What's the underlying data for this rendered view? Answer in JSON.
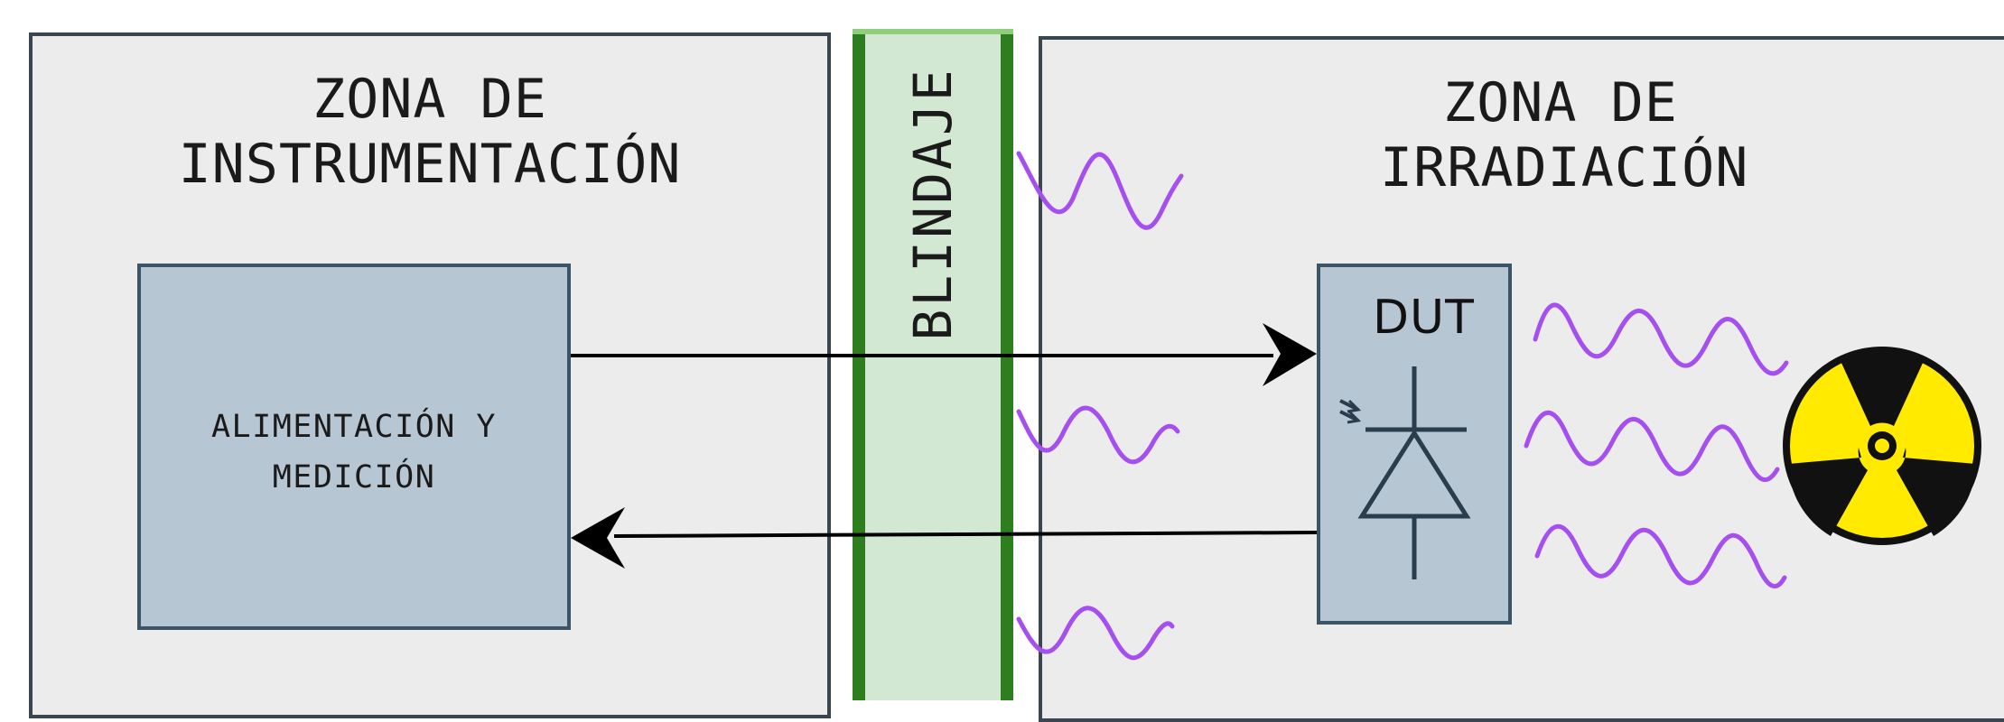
{
  "zones": {
    "instrumentation": {
      "title_line1": "ZONA DE",
      "title_line2": "INSTRUMENTACIÓN"
    },
    "irradiation": {
      "title_line1": "ZONA DE",
      "title_line2": "IRRADIACIÓN"
    }
  },
  "shield": {
    "label": "BLINDAJE"
  },
  "measurement_box": {
    "label_line1": "ALIMENTACIÓN Y",
    "label_line2": "MEDICIÓN"
  },
  "dut_box": {
    "label": "DUT"
  },
  "icons": {
    "radiation": "radiation-hazard-icon",
    "diode": "photodiode-icon",
    "wave": "radiation-wave-icon"
  },
  "colors": {
    "shield_green": "#2e7d1e",
    "shield_fill": "#d3e8d3",
    "wave_purple": "#a64ff0",
    "radiation_yellow": "#ffea00",
    "box_fill": "#b7c6d3"
  }
}
